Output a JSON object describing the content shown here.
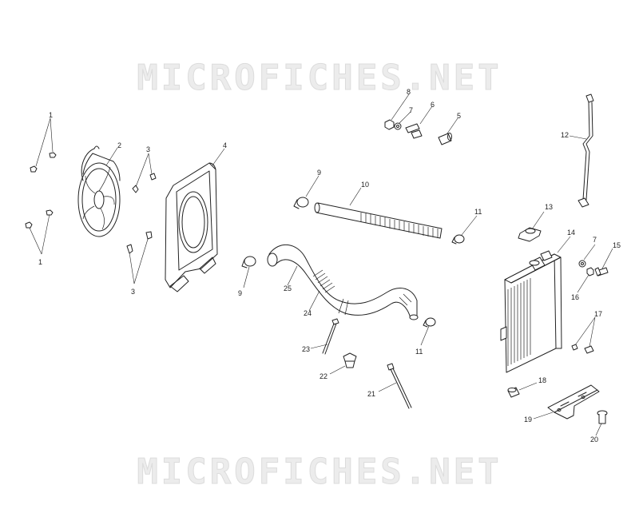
{
  "watermark_text": "MICROFICHES.NET",
  "callouts": [
    {
      "id": "c1a",
      "label": "1"
    },
    {
      "id": "c1b",
      "label": "1"
    },
    {
      "id": "c2",
      "label": "2"
    },
    {
      "id": "c3a",
      "label": "3"
    },
    {
      "id": "c3b",
      "label": "3"
    },
    {
      "id": "c4",
      "label": "4"
    },
    {
      "id": "c5",
      "label": "5"
    },
    {
      "id": "c6",
      "label": "6"
    },
    {
      "id": "c7a",
      "label": "7"
    },
    {
      "id": "c7b",
      "label": "7"
    },
    {
      "id": "c8",
      "label": "8"
    },
    {
      "id": "c9a",
      "label": "9"
    },
    {
      "id": "c9b",
      "label": "9"
    },
    {
      "id": "c10",
      "label": "10"
    },
    {
      "id": "c11a",
      "label": "11"
    },
    {
      "id": "c11b",
      "label": "11"
    },
    {
      "id": "c12",
      "label": "12"
    },
    {
      "id": "c13",
      "label": "13"
    },
    {
      "id": "c14",
      "label": "14"
    },
    {
      "id": "c15",
      "label": "15"
    },
    {
      "id": "c16",
      "label": "16"
    },
    {
      "id": "c17",
      "label": "17"
    },
    {
      "id": "c18",
      "label": "18"
    },
    {
      "id": "c19",
      "label": "19"
    },
    {
      "id": "c20",
      "label": "20"
    },
    {
      "id": "c21",
      "label": "21"
    },
    {
      "id": "c22",
      "label": "22"
    },
    {
      "id": "c23",
      "label": "23"
    },
    {
      "id": "c24",
      "label": "24"
    },
    {
      "id": "c25",
      "label": "25"
    }
  ]
}
